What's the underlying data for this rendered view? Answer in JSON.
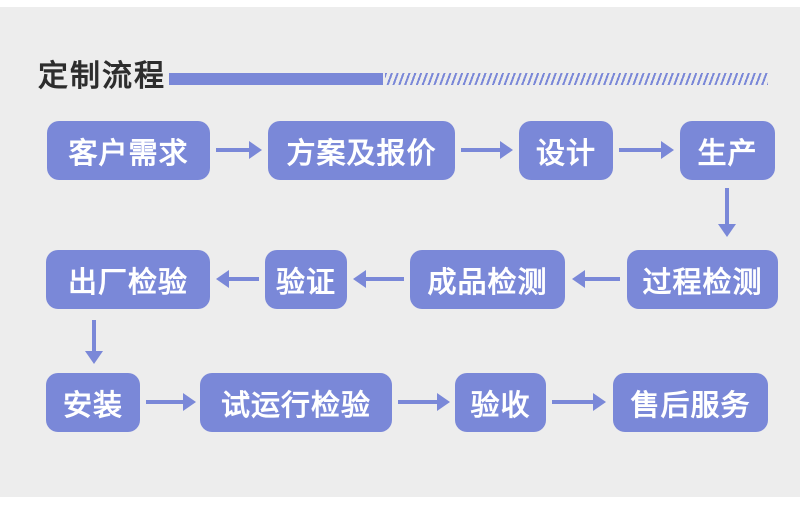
{
  "header": {
    "title": "定制流程"
  },
  "colors": {
    "accent": "#7a88d8",
    "panel_bg": "#ededed",
    "page_bg": "#ffffff",
    "node_text": "#ffffff",
    "title_text": "#2d2d2d"
  },
  "flow": {
    "rows": [
      {
        "direction": "right",
        "nodes": [
          {
            "label": "客户需求"
          },
          {
            "label": "方案及报价"
          },
          {
            "label": "设计"
          },
          {
            "label": "生产"
          }
        ]
      },
      {
        "direction": "left",
        "nodes": [
          {
            "label": "过程检测"
          },
          {
            "label": "成品检测"
          },
          {
            "label": "验证"
          },
          {
            "label": "出厂检验"
          }
        ]
      },
      {
        "direction": "right",
        "nodes": [
          {
            "label": "安装"
          },
          {
            "label": "试运行检验"
          },
          {
            "label": "验收"
          },
          {
            "label": "售后服务"
          }
        ]
      }
    ]
  }
}
